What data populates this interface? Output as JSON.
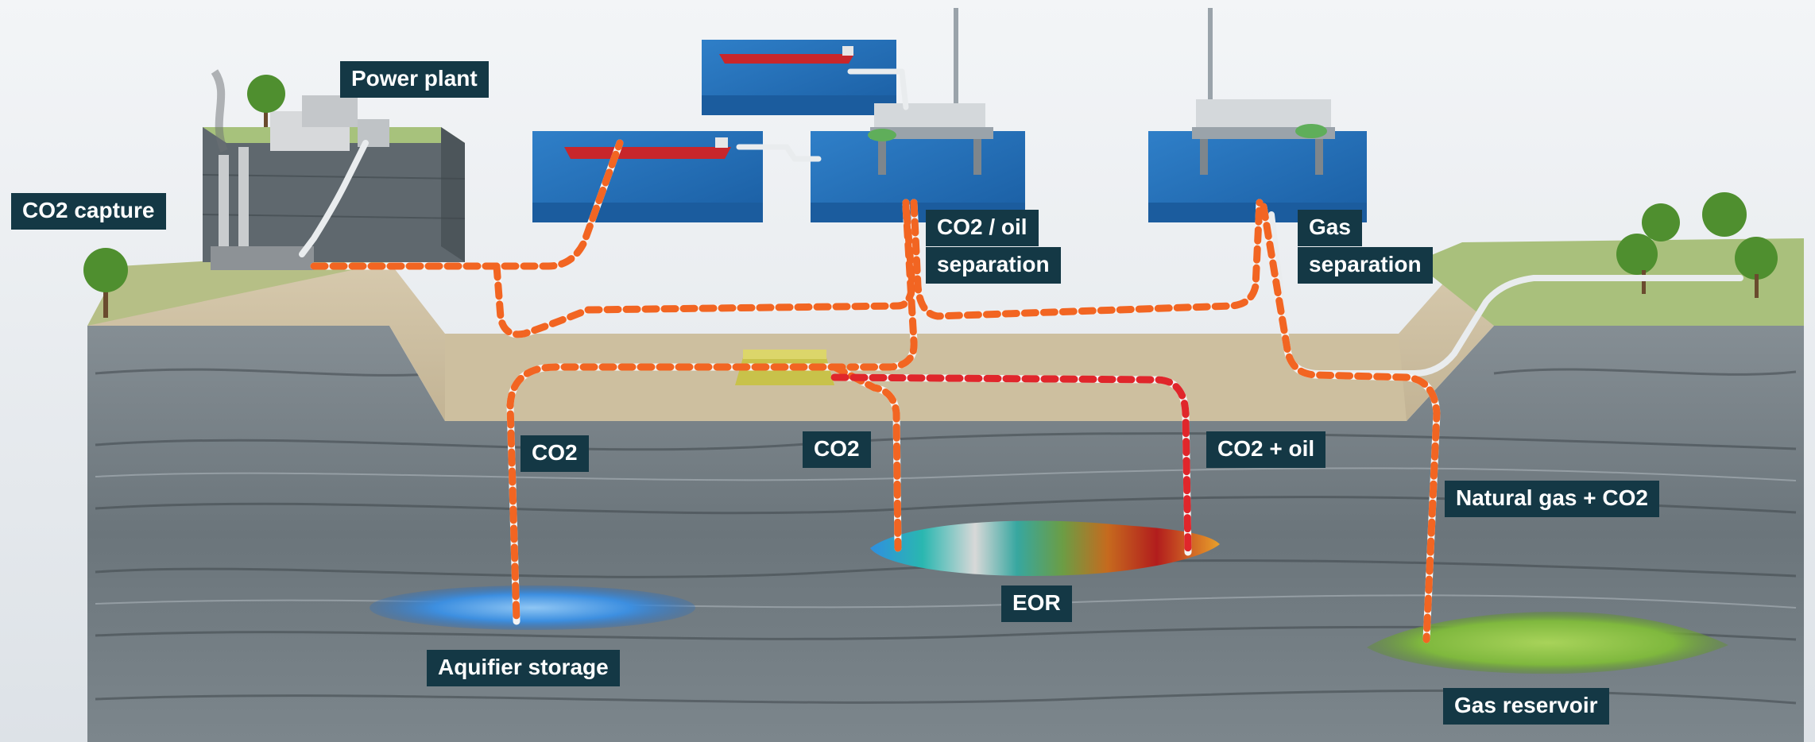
{
  "labels": {
    "power_plant": "Power plant",
    "co2_capture": "CO2 capture",
    "co2_oil_separation_line1": "CO2 / oil",
    "co2_oil_separation_line2": "separation",
    "gas_separation_line1": "Gas",
    "gas_separation_line2": "separation",
    "co2_left": "CO2",
    "co2_middle": "CO2",
    "co2_plus_oil": "CO2 + oil",
    "natural_gas_co2": "Natural gas + CO2",
    "eor": "EOR",
    "aquifier_storage": "Aquifier storage",
    "gas_reservoir": "Gas reservoir"
  },
  "colors": {
    "label_bg": "#143845",
    "label_text": "#ffffff",
    "co2_pipe_stripe": "#f26522",
    "co2_oil_pipe_stripe": "#e0262b",
    "pipe_base": "#f4f4f4",
    "sea": "#1f6fb8",
    "rock": "#6f7a80",
    "sand": "#cbbd9f",
    "grass": "#9ab86a",
    "aquifer": "#3d8fe0",
    "gas_reservoir": "#8bc34a"
  },
  "icons": [
    "power-plant-icon",
    "tree-icon",
    "ship-icon",
    "platform-icon",
    "subsea-manifold-icon"
  ]
}
